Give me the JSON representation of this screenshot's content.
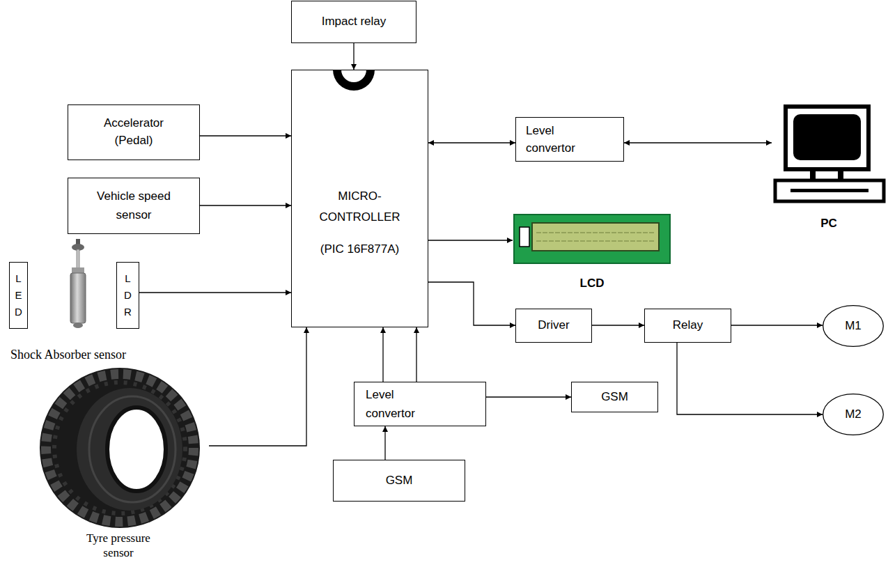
{
  "diagram": {
    "nodes": [
      {
        "text": [
          "Impact relay"
        ]
      },
      {
        "text": [
          "Accelerator (Pedal)"
        ]
      },
      {
        "text": [
          "MICRO- CONTROLLER",
          "(PIC 16F877A)"
        ]
      },
      {
        "text": [
          "Level convertor"
        ]
      },
      {
        "text": [
          "PC"
        ]
      },
      {
        "text": [
          "Vehicle speed sensor"
        ]
      },
      {
        "text": [
          "LCD"
        ]
      },
      {
        "text": [
          "L E D"
        ]
      },
      {
        "text": [
          "L D R"
        ]
      },
      {
        "text": [
          "Driver"
        ]
      },
      {
        "text": [
          "Relay"
        ]
      },
      {
        "text": [
          "M1"
        ]
      },
      {
        "text": [
          "M2"
        ]
      },
      {
        "text": [
          "Level convertor"
        ]
      },
      {
        "text": [
          "GSM"
        ]
      },
      {
        "text": [
          "GSM"
        ]
      },
      {
        "text": [
          "Tyre pressure sensor"
        ]
      }
    ],
    "edges": [
      {
        "from": 0,
        "to": 2,
        "arrow": "to"
      },
      {
        "from": 1,
        "to": 2,
        "arrow": "to"
      },
      {
        "from": 5,
        "to": 2,
        "arrow": "to"
      },
      {
        "from": 8,
        "to": 2,
        "arrow": "to"
      },
      {
        "from": 16,
        "to": 2,
        "arrow": "to"
      },
      {
        "from": 2,
        "to": 3,
        "arrow": "both"
      },
      {
        "from": 3,
        "to": 4,
        "arrow": "both"
      },
      {
        "from": 2,
        "to": 6,
        "arrow": "to"
      },
      {
        "from": 2,
        "to": 9,
        "arrow": "to"
      },
      {
        "from": 9,
        "to": 10,
        "arrow": "to"
      },
      {
        "from": 10,
        "to": 11,
        "arrow": "to"
      },
      {
        "from": 10,
        "to": 12,
        "arrow": "to"
      },
      {
        "from": 13,
        "to": 2,
        "arrow": "to"
      },
      {
        "from": 13,
        "to": 2,
        "arrow": "to"
      },
      {
        "from": 13,
        "to": 14,
        "arrow": "to"
      },
      {
        "from": 15,
        "to": 13,
        "arrow": "to"
      }
    ],
    "labels": [
      "Shock Absorber sensor"
    ]
  }
}
